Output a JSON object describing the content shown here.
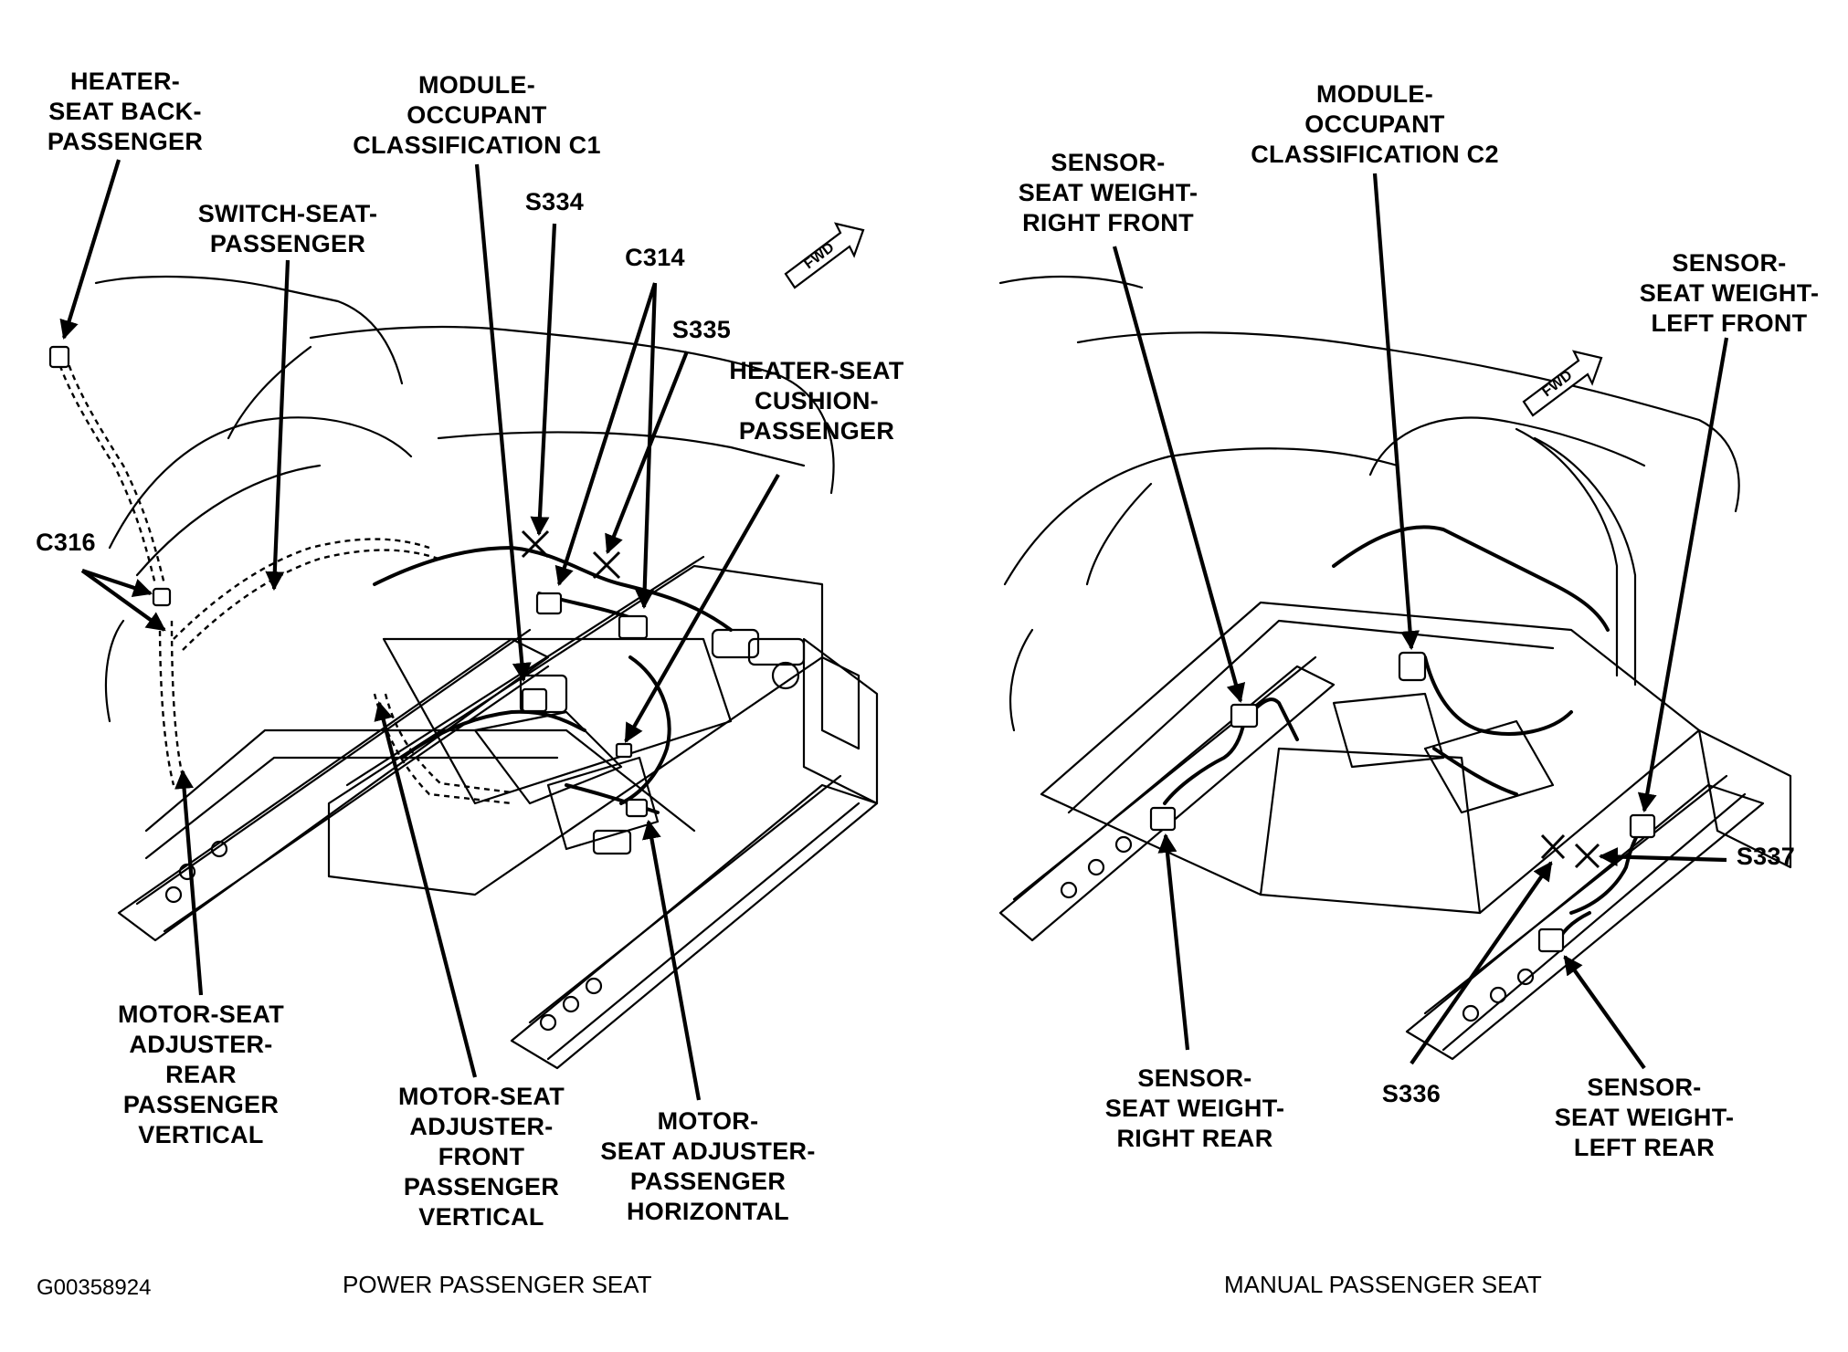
{
  "figure_id": "G00358924",
  "panels": {
    "power": {
      "caption": "POWER PASSENGER SEAT",
      "fwd_label": "FWD",
      "labels": {
        "heater_seat_back": [
          "HEATER-",
          "SEAT BACK-",
          "PASSENGER"
        ],
        "module_c1": [
          "MODULE-",
          "OCCUPANT",
          "CLASSIFICATION C1"
        ],
        "switch_seat": [
          "SWITCH-SEAT-",
          "PASSENGER"
        ],
        "s334": "S334",
        "c314": "C314",
        "s335": "S335",
        "heater_seat_cushion": [
          "HEATER-SEAT",
          "CUSHION-",
          "PASSENGER"
        ],
        "c316": "C316",
        "motor_rear_vertical": [
          "MOTOR-SEAT",
          "ADJUSTER-",
          "REAR",
          "PASSENGER",
          "VERTICAL"
        ],
        "motor_front_vertical": [
          "MOTOR-SEAT",
          "ADJUSTER-",
          "FRONT",
          "PASSENGER",
          "VERTICAL"
        ],
        "motor_horizontal": [
          "MOTOR-",
          "SEAT ADJUSTER-",
          "PASSENGER",
          "HORIZONTAL"
        ]
      }
    },
    "manual": {
      "caption": "MANUAL PASSENGER SEAT",
      "fwd_label": "FWD",
      "labels": {
        "module_c2": [
          "MODULE-",
          "OCCUPANT",
          "CLASSIFICATION C2"
        ],
        "sensor_right_front": [
          "SENSOR-",
          "SEAT WEIGHT-",
          "RIGHT FRONT"
        ],
        "sensor_left_front": [
          "SENSOR-",
          "SEAT WEIGHT-",
          "LEFT FRONT"
        ],
        "s337": "S337",
        "sensor_right_rear": [
          "SENSOR-",
          "SEAT WEIGHT-",
          "RIGHT REAR"
        ],
        "s336": "S336",
        "sensor_left_rear": [
          "SENSOR-",
          "SEAT WEIGHT-",
          "LEFT REAR"
        ]
      }
    }
  }
}
